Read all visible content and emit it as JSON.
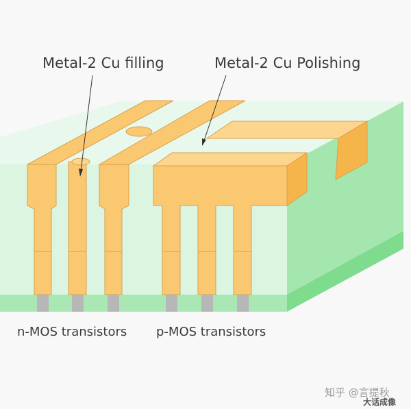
{
  "labels": {
    "cu_filling": "Metal-2 Cu filling",
    "cu_polishing": "Metal-2 Cu Polishing",
    "nmos": "n-MOS transistors",
    "pmos": "p-MOS transistors"
  },
  "watermark": {
    "line1": "知乎 @言提秋",
    "line2": "大话成像"
  },
  "colors": {
    "copper": "#fbc872",
    "copper_side": "#f6b54b",
    "copper_edge": "#d9a04a",
    "dielectric_front": "#dcf5e0",
    "dielectric_top": "#e9f8ec",
    "dielectric_side": "#a5e6ae",
    "substrate_front": "#a9e8b4",
    "substrate_side": "#7fdc8e",
    "contact": "#b7b7b7"
  }
}
